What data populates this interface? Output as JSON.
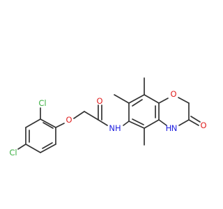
{
  "molecule": {
    "atom_labels": {
      "cl_ortho": "Cl",
      "cl_para": "Cl",
      "o_ether": "O",
      "o_amide": "O",
      "n_amide": "NH",
      "o_ring": "O",
      "o_lactam": "O",
      "n_lactam_h": "H",
      "n_lactam_n": "N"
    },
    "colors": {
      "bond": "#333333",
      "chlorine": "#3cb043",
      "oxygen": "#e02020",
      "nitrogen": "#2020e0"
    }
  }
}
